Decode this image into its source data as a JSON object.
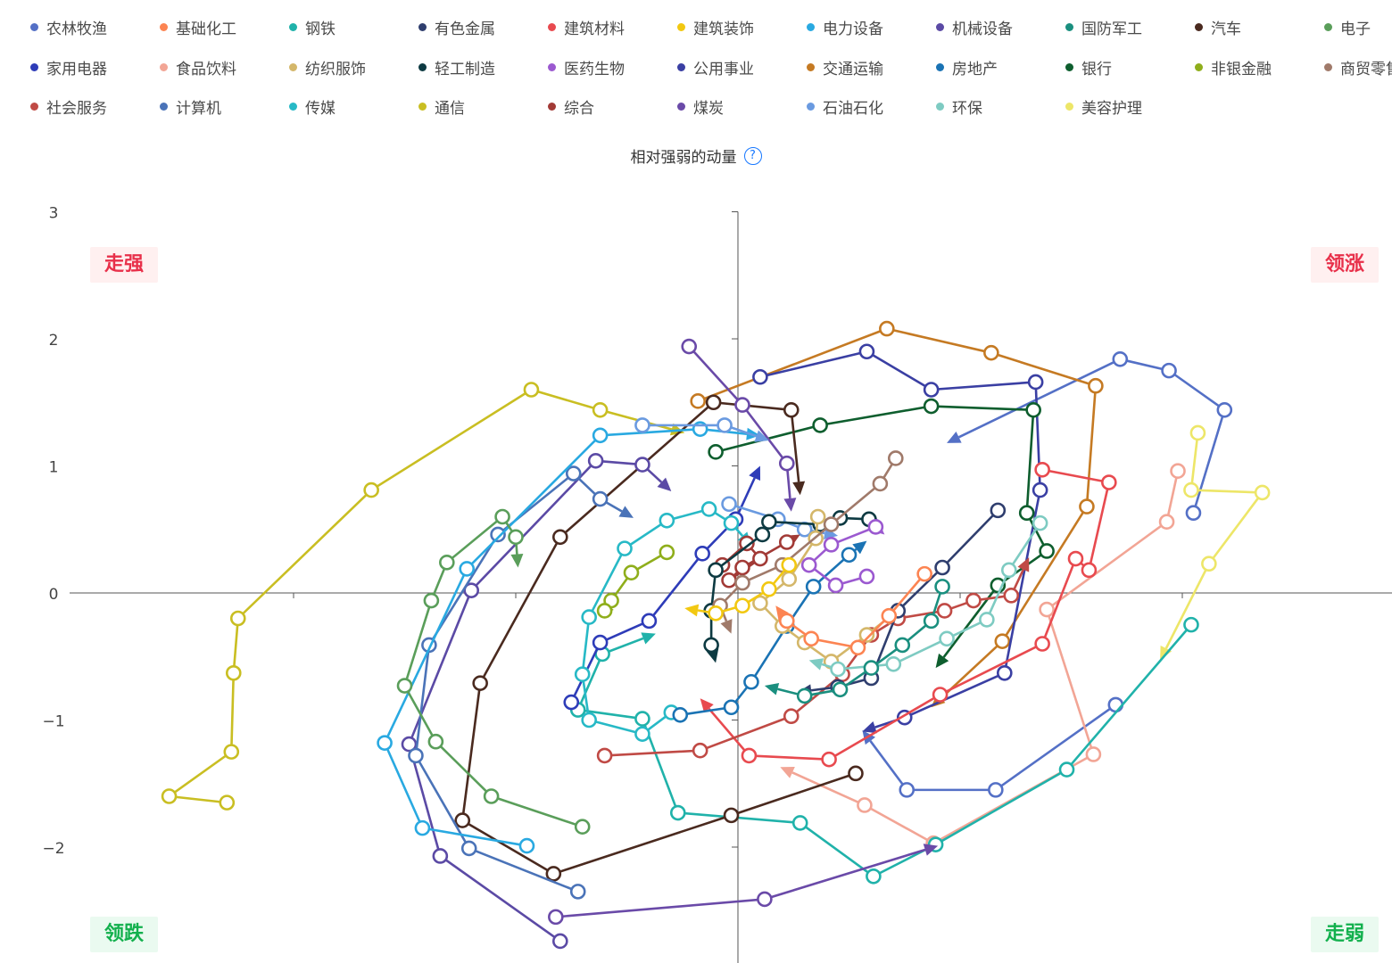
{
  "legend": [
    {
      "name": "农林牧渔",
      "color": "#5470c6"
    },
    {
      "name": "基础化工",
      "color": "#fc8452"
    },
    {
      "name": "钢铁",
      "color": "#20b2aa"
    },
    {
      "name": "有色金属",
      "color": "#2f3e6e"
    },
    {
      "name": "建筑材料",
      "color": "#e84a4f"
    },
    {
      "name": "建筑装饰",
      "color": "#f2c811"
    },
    {
      "name": "电力设备",
      "color": "#29a9e1"
    },
    {
      "name": "机械设备",
      "color": "#5b4aa5"
    },
    {
      "name": "国防军工",
      "color": "#1a8f7f"
    },
    {
      "name": "汽车",
      "color": "#4a2a1f"
    },
    {
      "name": "电子",
      "color": "#5a9e5a"
    },
    {
      "name": "家用电器",
      "color": "#2e3cb8"
    },
    {
      "name": "食品饮料",
      "color": "#f2a595"
    },
    {
      "name": "纺织服饰",
      "color": "#d4b76a"
    },
    {
      "name": "轻工制造",
      "color": "#0d3a42"
    },
    {
      "name": "医药生物",
      "color": "#9b59d0"
    },
    {
      "name": "公用事业",
      "color": "#3a3fa3"
    },
    {
      "name": "交通运输",
      "color": "#c57a23"
    },
    {
      "name": "房地产",
      "color": "#1a73b4"
    },
    {
      "name": "银行",
      "color": "#0e5e2e"
    },
    {
      "name": "非银金融",
      "color": "#8fae1b"
    },
    {
      "name": "商贸零售",
      "color": "#a07a6a"
    },
    {
      "name": "社会服务",
      "color": "#c04a45"
    },
    {
      "name": "计算机",
      "color": "#4a73b8"
    },
    {
      "name": "传媒",
      "color": "#27b9c6"
    },
    {
      "name": "通信",
      "color": "#c9be22"
    },
    {
      "name": "综合",
      "color": "#a23a36"
    },
    {
      "name": "煤炭",
      "color": "#6a4aa8"
    },
    {
      "name": "石油石化",
      "color": "#6a9ae0"
    },
    {
      "name": "环保",
      "color": "#7ecbc2"
    },
    {
      "name": "美容护理",
      "color": "#ede668"
    }
  ],
  "title": "相对强弱的动量",
  "help_icon": "question-circle-icon",
  "quadrants": {
    "top_left": "走强",
    "top_right": "领涨",
    "bottom_left": "领跌",
    "bottom_right": "走弱"
  },
  "chart_data": {
    "type": "scatter",
    "title": "相对强弱的动量",
    "ylim": [
      -2.9,
      3
    ],
    "xlim": [
      -3,
      2.9
    ],
    "yticks": [
      3,
      2,
      1,
      0,
      -1,
      -2
    ],
    "ytick_labels": [
      "3",
      "2",
      "1",
      "0",
      "−1",
      "−2"
    ],
    "xticks": [
      -2,
      -1,
      0,
      1,
      2
    ],
    "grid": false,
    "legend_position": "top",
    "series": [
      {
        "name": "通信",
        "points": [
          [
            -2.3,
            -1.65
          ],
          [
            -2.56,
            -1.6
          ],
          [
            -2.28,
            -1.25
          ],
          [
            -2.27,
            -0.63
          ],
          [
            -2.25,
            -0.2
          ],
          [
            -1.65,
            0.81
          ],
          [
            -0.93,
            1.6
          ],
          [
            -0.62,
            1.44
          ],
          [
            -0.24,
            1.26
          ]
        ]
      },
      {
        "name": "农林牧渔",
        "points": [
          [
            2.05,
            0.63
          ],
          [
            2.19,
            1.44
          ],
          [
            1.94,
            1.75
          ],
          [
            1.72,
            1.84
          ],
          [
            0.94,
            1.18
          ]
        ]
      },
      {
        "name": "农林牧渔",
        "points": [
          [
            1.7,
            -0.88
          ],
          [
            1.16,
            -1.55
          ],
          [
            0.76,
            -1.55
          ],
          [
            0.56,
            -1.08
          ]
        ]
      },
      {
        "name": "美容护理",
        "points": [
          [
            2.07,
            1.26
          ],
          [
            2.04,
            0.81
          ],
          [
            2.36,
            0.79
          ],
          [
            2.12,
            0.23
          ],
          [
            1.9,
            -0.53
          ]
        ]
      },
      {
        "name": "食品饮料",
        "points": [
          [
            1.98,
            0.96
          ],
          [
            1.93,
            0.56
          ],
          [
            1.39,
            -0.13
          ],
          [
            1.6,
            -1.27
          ],
          [
            0.88,
            -1.97
          ],
          [
            0.57,
            -1.67
          ],
          [
            0.19,
            -1.37
          ]
        ]
      },
      {
        "name": "钢铁",
        "points": [
          [
            2.04,
            -0.25
          ],
          [
            1.48,
            -1.39
          ],
          [
            0.89,
            -1.98
          ],
          [
            0.61,
            -2.23
          ],
          [
            0.28,
            -1.81
          ],
          [
            -0.27,
            -1.73
          ],
          [
            -0.43,
            -0.99
          ],
          [
            -0.72,
            -0.92
          ],
          [
            -0.61,
            -0.48
          ],
          [
            -0.37,
            -0.32
          ]
        ]
      },
      {
        "name": "交通运输",
        "points": [
          [
            -0.18,
            1.51
          ],
          [
            0.67,
            2.08
          ],
          [
            1.14,
            1.89
          ],
          [
            1.61,
            1.63
          ],
          [
            1.57,
            0.68
          ],
          [
            1.19,
            -0.38
          ],
          [
            0.87,
            -0.9
          ]
        ]
      },
      {
        "name": "公用事业",
        "points": [
          [
            0.1,
            1.7
          ],
          [
            0.58,
            1.9
          ],
          [
            0.87,
            1.6
          ],
          [
            1.34,
            1.66
          ],
          [
            1.36,
            0.81
          ],
          [
            1.2,
            -0.63
          ],
          [
            0.75,
            -0.98
          ],
          [
            0.56,
            -1.09
          ]
        ]
      },
      {
        "name": "银行",
        "points": [
          [
            -0.1,
            1.11
          ],
          [
            0.37,
            1.32
          ],
          [
            0.87,
            1.47
          ],
          [
            1.33,
            1.44
          ],
          [
            1.3,
            0.63
          ],
          [
            1.39,
            0.33
          ],
          [
            1.17,
            0.06
          ],
          [
            0.89,
            -0.59
          ]
        ]
      },
      {
        "name": "建筑材料",
        "points": [
          [
            1.37,
            0.97
          ],
          [
            1.67,
            0.87
          ],
          [
            1.58,
            0.18
          ],
          [
            1.52,
            0.27
          ],
          [
            1.37,
            -0.4
          ],
          [
            0.91,
            -0.8
          ],
          [
            0.41,
            -1.31
          ],
          [
            0.05,
            -1.28
          ],
          [
            -0.17,
            -0.83
          ]
        ]
      },
      {
        "name": "汽车",
        "points": [
          [
            0.53,
            -1.42
          ],
          [
            -0.03,
            -1.75
          ],
          [
            -0.83,
            -2.21
          ],
          [
            -1.24,
            -1.79
          ],
          [
            -1.16,
            -0.71
          ],
          [
            -0.8,
            0.44
          ],
          [
            -0.11,
            1.5
          ],
          [
            0.24,
            1.44
          ],
          [
            0.28,
            0.77
          ]
        ]
      },
      {
        "name": "机械设备",
        "points": [
          [
            -0.8,
            -2.74
          ],
          [
            -1.34,
            -2.07
          ],
          [
            -1.48,
            -1.19
          ],
          [
            -1.2,
            0.02
          ],
          [
            -0.64,
            1.04
          ],
          [
            -0.43,
            1.01
          ],
          [
            -0.3,
            0.8
          ]
        ]
      },
      {
        "name": "计算机",
        "points": [
          [
            -0.72,
            -2.35
          ],
          [
            -1.21,
            -2.01
          ],
          [
            -1.45,
            -1.28
          ],
          [
            -1.39,
            -0.41
          ],
          [
            -1.08,
            0.46
          ],
          [
            -0.74,
            0.94
          ],
          [
            -0.62,
            0.74
          ],
          [
            -0.47,
            0.59
          ]
        ]
      },
      {
        "name": "电力设备",
        "points": [
          [
            -0.95,
            -1.99
          ],
          [
            -1.42,
            -1.85
          ],
          [
            -1.59,
            -1.18
          ],
          [
            -1.22,
            0.19
          ],
          [
            -0.62,
            1.24
          ],
          [
            -0.17,
            1.29
          ],
          [
            0.1,
            1.24
          ]
        ]
      },
      {
        "name": "煤炭",
        "points": [
          [
            -0.82,
            -2.55
          ],
          [
            0.12,
            -2.41
          ],
          [
            0.9,
            -1.99
          ]
        ]
      },
      {
        "name": "煤炭",
        "points": [
          [
            -0.22,
            1.94
          ],
          [
            0.02,
            1.48
          ],
          [
            0.22,
            1.02
          ],
          [
            0.24,
            0.64
          ]
        ]
      },
      {
        "name": "电子",
        "points": [
          [
            -0.7,
            -1.84
          ],
          [
            -1.11,
            -1.6
          ],
          [
            -1.36,
            -1.17
          ],
          [
            -1.5,
            -0.73
          ],
          [
            -1.38,
            -0.06
          ],
          [
            -1.31,
            0.24
          ],
          [
            -1.06,
            0.6
          ],
          [
            -1.0,
            0.44
          ],
          [
            -0.99,
            0.2
          ]
        ]
      },
      {
        "name": "家用电器",
        "points": [
          [
            -0.75,
            -0.86
          ],
          [
            -0.62,
            -0.39
          ],
          [
            -0.4,
            -0.22
          ],
          [
            -0.16,
            0.31
          ],
          [
            -0.01,
            0.58
          ],
          [
            0.1,
            1.0
          ]
        ]
      },
      {
        "name": "石油石化",
        "points": [
          [
            -0.43,
            1.32
          ],
          [
            -0.06,
            1.32
          ],
          [
            0.14,
            1.2
          ]
        ]
      },
      {
        "name": "石油石化",
        "points": [
          [
            -0.04,
            0.7
          ],
          [
            0.18,
            0.58
          ],
          [
            0.3,
            0.5
          ],
          [
            0.45,
            0.45
          ]
        ]
      },
      {
        "name": "传媒",
        "points": [
          [
            -0.3,
            -0.94
          ],
          [
            -0.43,
            -1.11
          ],
          [
            -0.67,
            -1.0
          ],
          [
            -0.7,
            -0.64
          ],
          [
            -0.67,
            -0.19
          ],
          [
            -0.51,
            0.35
          ],
          [
            -0.32,
            0.57
          ],
          [
            -0.13,
            0.66
          ],
          [
            -0.03,
            0.55
          ],
          [
            0.06,
            0.37
          ]
        ]
      },
      {
        "name": "房地产",
        "points": [
          [
            -0.26,
            -0.96
          ],
          [
            -0.03,
            -0.9
          ],
          [
            0.06,
            -0.7
          ],
          [
            0.22,
            -0.26
          ],
          [
            0.34,
            0.05
          ],
          [
            0.5,
            0.3
          ],
          [
            0.58,
            0.41
          ]
        ]
      },
      {
        "name": "综合",
        "points": [
          [
            -0.07,
            0.22
          ],
          [
            0.04,
            0.39
          ],
          [
            0.1,
            0.27
          ],
          [
            -0.04,
            0.1
          ],
          [
            0.02,
            0.2
          ],
          [
            0.22,
            0.4
          ],
          [
            0.28,
            0.46
          ]
        ]
      },
      {
        "name": "社会服务",
        "points": [
          [
            -0.6,
            -1.28
          ],
          [
            -0.17,
            -1.24
          ],
          [
            0.24,
            -0.97
          ],
          [
            0.47,
            -0.64
          ],
          [
            0.6,
            -0.33
          ],
          [
            0.72,
            -0.2
          ],
          [
            0.93,
            -0.14
          ],
          [
            1.06,
            -0.06
          ],
          [
            1.23,
            -0.02
          ],
          [
            1.31,
            0.28
          ]
        ]
      },
      {
        "name": "有色金属",
        "points": [
          [
            1.17,
            0.65
          ],
          [
            0.92,
            0.2
          ],
          [
            0.72,
            -0.14
          ],
          [
            0.6,
            -0.67
          ],
          [
            0.45,
            -0.74
          ],
          [
            0.27,
            -0.78
          ]
        ]
      },
      {
        "name": "轻工制造",
        "points": [
          [
            0.14,
            0.56
          ],
          [
            0.37,
            0.54
          ],
          [
            0.46,
            0.59
          ],
          [
            0.59,
            0.58
          ],
          [
            0.65,
            0.54
          ]
        ]
      },
      {
        "name": "轻工制造",
        "points": [
          [
            0.11,
            0.46
          ],
          [
            -0.1,
            0.18
          ],
          [
            -0.12,
            -0.14
          ],
          [
            -0.12,
            -0.41
          ],
          [
            -0.1,
            -0.55
          ]
        ]
      },
      {
        "name": "医药生物",
        "points": [
          [
            0.58,
            0.13
          ],
          [
            0.44,
            0.06
          ],
          [
            0.32,
            0.22
          ],
          [
            0.42,
            0.38
          ],
          [
            0.62,
            0.52
          ],
          [
            0.66,
            0.46
          ]
        ]
      },
      {
        "name": "纺织服饰",
        "points": [
          [
            0.36,
            0.6
          ],
          [
            0.35,
            0.43
          ],
          [
            0.23,
            0.11
          ],
          [
            0.1,
            -0.08
          ],
          [
            0.2,
            -0.26
          ],
          [
            0.3,
            -0.39
          ],
          [
            0.42,
            -0.54
          ],
          [
            0.58,
            -0.33
          ],
          [
            0.71,
            -0.15
          ]
        ]
      },
      {
        "name": "商贸零售",
        "points": [
          [
            0.71,
            1.06
          ],
          [
            0.64,
            0.86
          ],
          [
            0.42,
            0.54
          ],
          [
            0.2,
            0.22
          ],
          [
            0.02,
            0.08
          ],
          [
            -0.08,
            -0.1
          ],
          [
            -0.03,
            -0.32
          ]
        ]
      },
      {
        "name": "环保",
        "points": [
          [
            1.36,
            0.55
          ],
          [
            1.22,
            0.18
          ],
          [
            1.12,
            -0.21
          ],
          [
            0.94,
            -0.36
          ],
          [
            0.7,
            -0.56
          ],
          [
            0.45,
            -0.6
          ],
          [
            0.32,
            -0.53
          ]
        ]
      },
      {
        "name": "国防军工",
        "points": [
          [
            0.92,
            0.05
          ],
          [
            0.87,
            -0.22
          ],
          [
            0.74,
            -0.41
          ],
          [
            0.6,
            -0.59
          ],
          [
            0.46,
            -0.76
          ],
          [
            0.3,
            -0.81
          ],
          [
            0.12,
            -0.73
          ]
        ]
      },
      {
        "name": "基础化工",
        "points": [
          [
            0.84,
            0.15
          ],
          [
            0.68,
            -0.18
          ],
          [
            0.54,
            -0.43
          ],
          [
            0.33,
            -0.36
          ],
          [
            0.22,
            -0.22
          ],
          [
            0.17,
            -0.1
          ]
        ]
      },
      {
        "name": "建筑装饰",
        "points": [
          [
            0.23,
            0.22
          ],
          [
            0.14,
            0.03
          ],
          [
            0.02,
            -0.1
          ],
          [
            -0.1,
            -0.16
          ],
          [
            -0.24,
            -0.12
          ]
        ]
      },
      {
        "name": "非银金融",
        "points": [
          [
            -0.32,
            0.32
          ],
          [
            -0.48,
            0.16
          ],
          [
            -0.57,
            -0.06
          ],
          [
            -0.6,
            -0.14
          ],
          [
            -0.62,
            -0.18
          ]
        ]
      }
    ]
  }
}
